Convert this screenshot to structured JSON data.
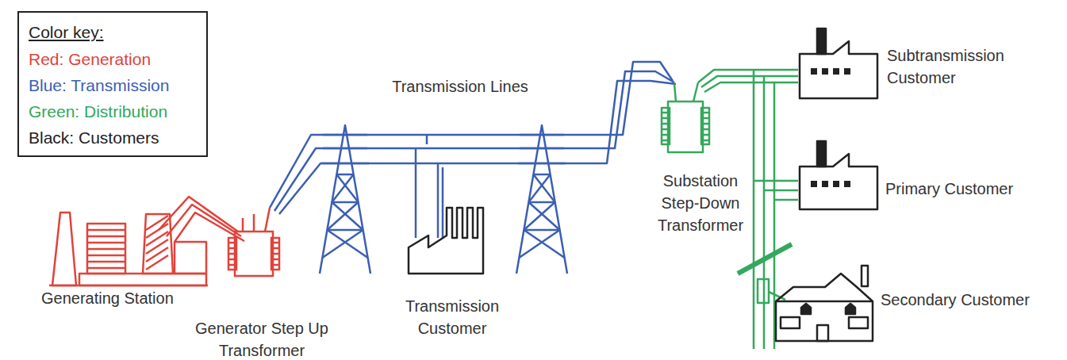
{
  "diagram": {
    "labels": [
      "Color key:",
      "Transmission Lines",
      "Generating Station",
      "Generator Step Up Transformer",
      "Transmission Customer",
      "Substation Step-Down Transformer",
      "Subtransmission Customer",
      "Primary Customer",
      "Secondary Customer"
    ],
    "legend": [
      {
        "text": "Red: Generation",
        "color": "#e0433b"
      },
      {
        "text": "Blue: Transmission",
        "color": "#3b5fb2"
      },
      {
        "text": "Green: Distribution",
        "color": "#34a85c"
      },
      {
        "text": "Black: Customers",
        "color": "#222222"
      }
    ]
  }
}
